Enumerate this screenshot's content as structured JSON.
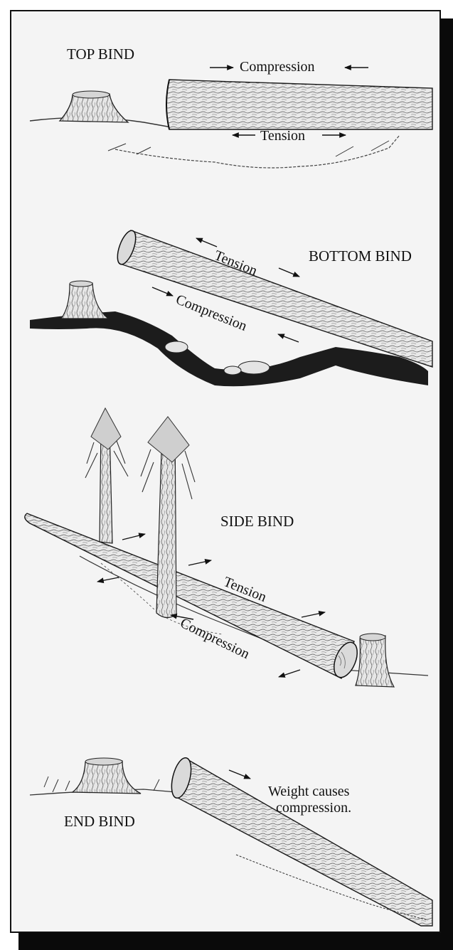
{
  "panels": {
    "top_bind": {
      "title": "TOP BIND",
      "compression": "Compression",
      "tension": "Tension"
    },
    "bottom_bind": {
      "title": "BOTTOM BIND",
      "tension": "Tension",
      "compression": "Compression"
    },
    "side_bind": {
      "title": "SIDE BIND",
      "tension": "Tension",
      "compression": "Compression"
    },
    "end_bind": {
      "title": "END BIND",
      "caption_line1": "Weight causes",
      "caption_line2": "compression."
    }
  },
  "colors": {
    "ink": "#111111",
    "paper": "#f4f4f4",
    "shadow": "#0a0a0a"
  }
}
